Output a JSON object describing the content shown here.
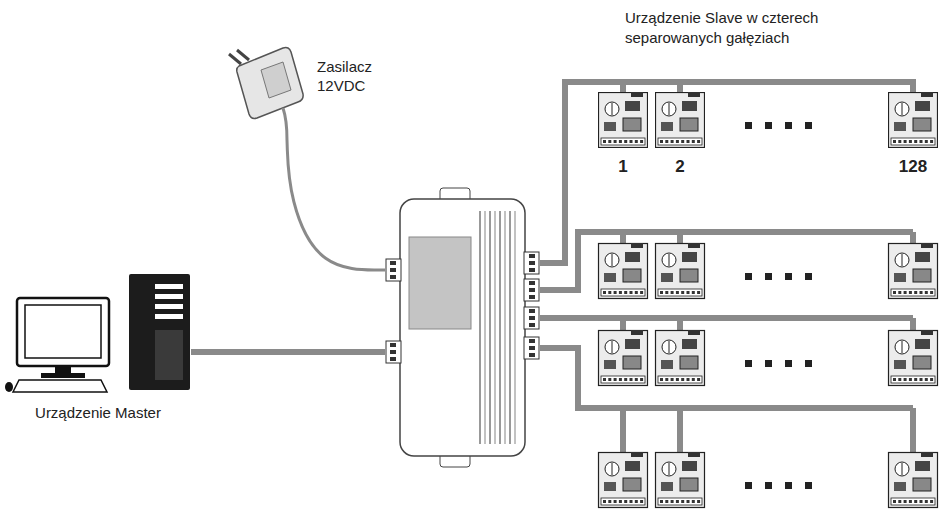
{
  "diagram": {
    "title": "Urządzenie Slave w czterech separowanych gałęziach",
    "nodes": [
      {
        "text": [
          "Urządzenie Master"
        ]
      },
      {
        "text": [
          "Zasilacz 12VDC"
        ]
      },
      {
        "text": []
      },
      {
        "text": [
          "1"
        ]
      },
      {
        "text": [
          "2"
        ]
      },
      {
        "text": [
          "128"
        ]
      }
    ],
    "edges": [
      {
        "from": 0,
        "to": 2,
        "arrow": "none"
      },
      {
        "from": 1,
        "to": 2,
        "arrow": "none"
      },
      {
        "from": 2,
        "to": 3,
        "arrow": "none"
      },
      {
        "from": 2,
        "to": 4,
        "arrow": "none"
      },
      {
        "from": 2,
        "to": 5,
        "arrow": "none"
      }
    ]
  }
}
